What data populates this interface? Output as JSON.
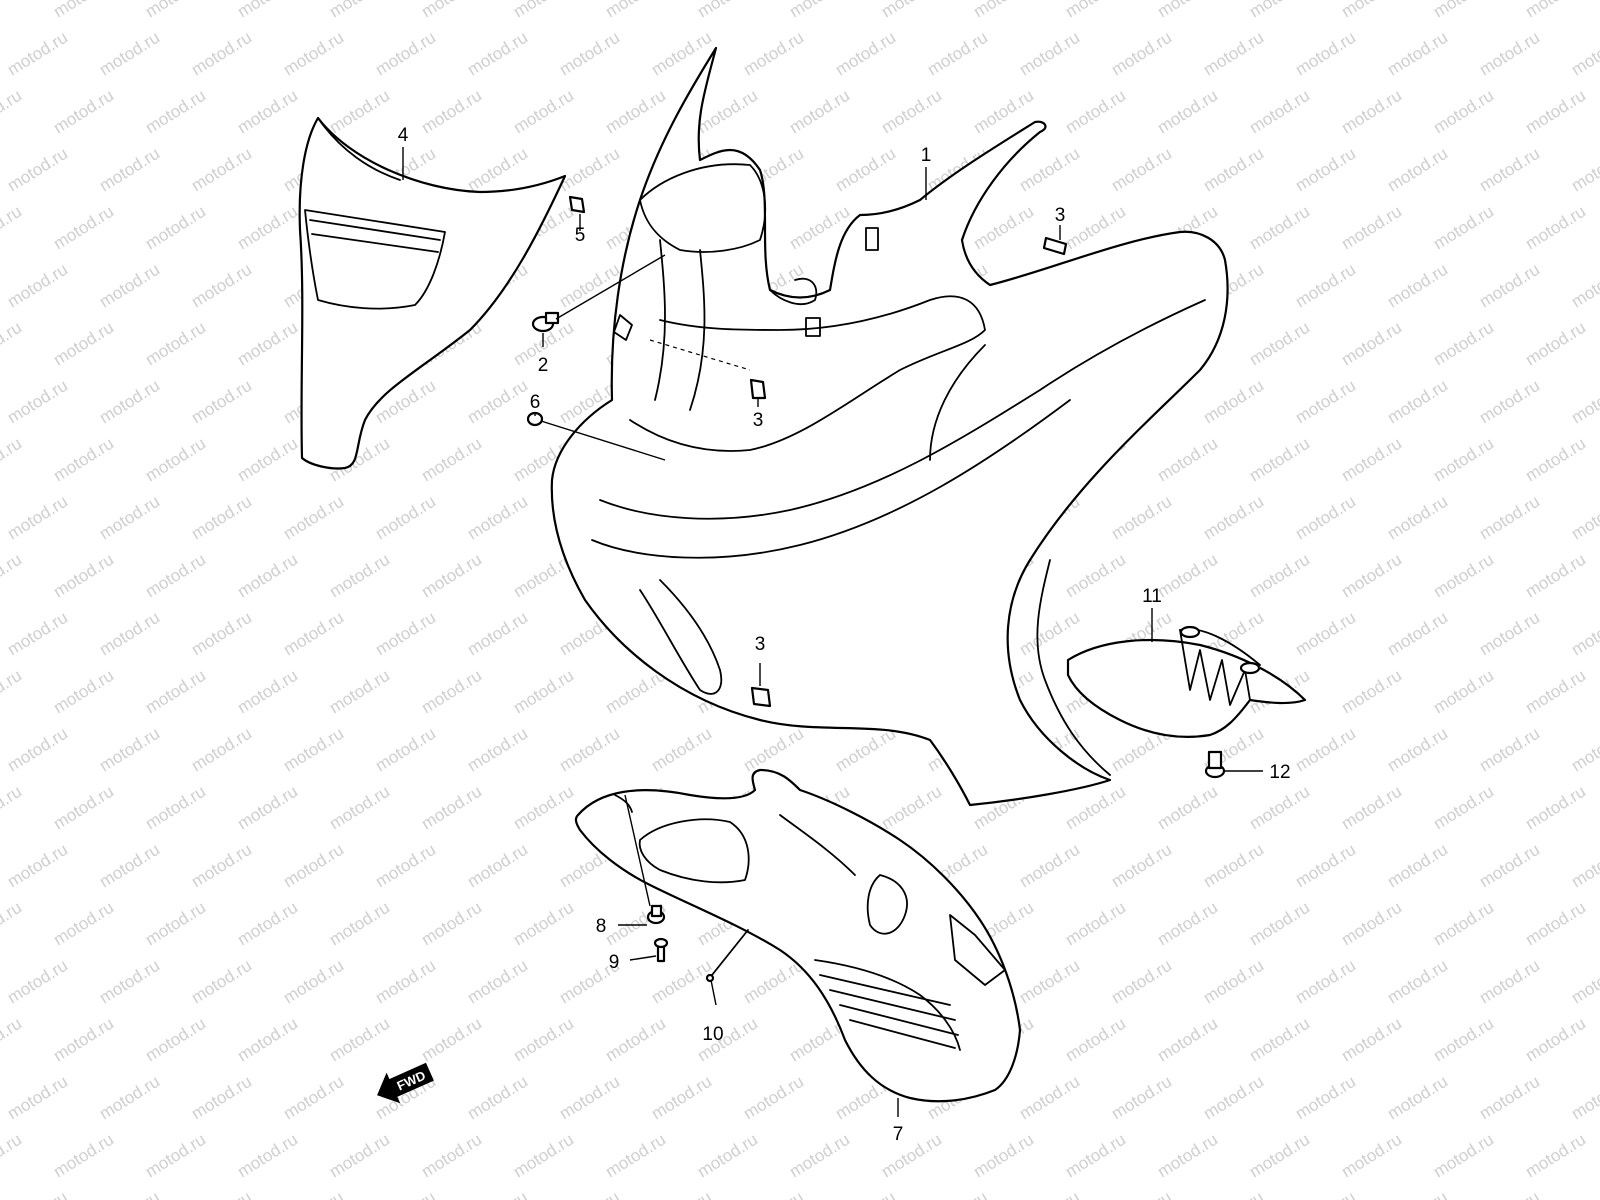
{
  "watermark": {
    "text": "motod.ru"
  },
  "callouts": [
    {
      "id": "1",
      "label": "1"
    },
    {
      "id": "2",
      "label": "2"
    },
    {
      "id": "3a",
      "label": "3"
    },
    {
      "id": "3b",
      "label": "3"
    },
    {
      "id": "3c",
      "label": "3"
    },
    {
      "id": "4",
      "label": "4"
    },
    {
      "id": "5",
      "label": "5"
    },
    {
      "id": "6",
      "label": "6"
    },
    {
      "id": "7",
      "label": "7"
    },
    {
      "id": "8",
      "label": "8"
    },
    {
      "id": "9",
      "label": "9"
    },
    {
      "id": "10",
      "label": "10"
    },
    {
      "id": "11",
      "label": "11"
    },
    {
      "id": "12",
      "label": "12"
    }
  ],
  "direction_indicator": {
    "label": "FWD",
    "icon": "forward-arrow-icon"
  }
}
